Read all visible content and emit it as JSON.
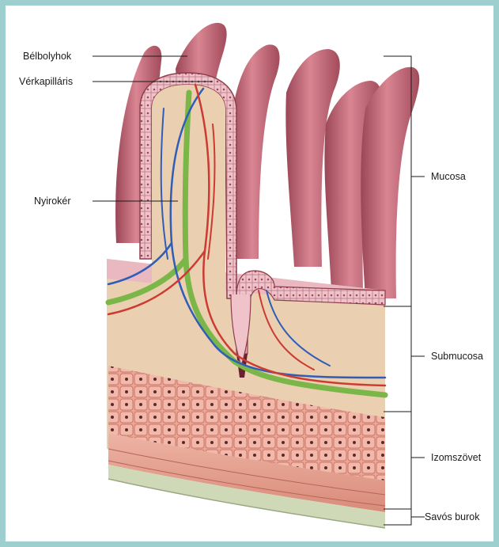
{
  "colors": {
    "frame": "#9ccfcd",
    "villus": "#c46a78",
    "villus_dark": "#8e3e4d",
    "lamina": "#ead0b0",
    "epithelium": "#e9b8c0",
    "goblet": "#a9bfdc",
    "artery": "#cc3b33",
    "vein": "#2f5db7",
    "lymph": "#7ab648",
    "muscle": "#e9a293",
    "serosa": "#cfd9b7"
  },
  "labels": {
    "villi": "Bélbolyhok",
    "capillary": "Vérkapilláris",
    "lymph": "Nyirokér",
    "mucosa": "Mucosa",
    "submucosa": "Submucosa",
    "muscle": "Izomszövet",
    "serosa": "Savós burok"
  }
}
